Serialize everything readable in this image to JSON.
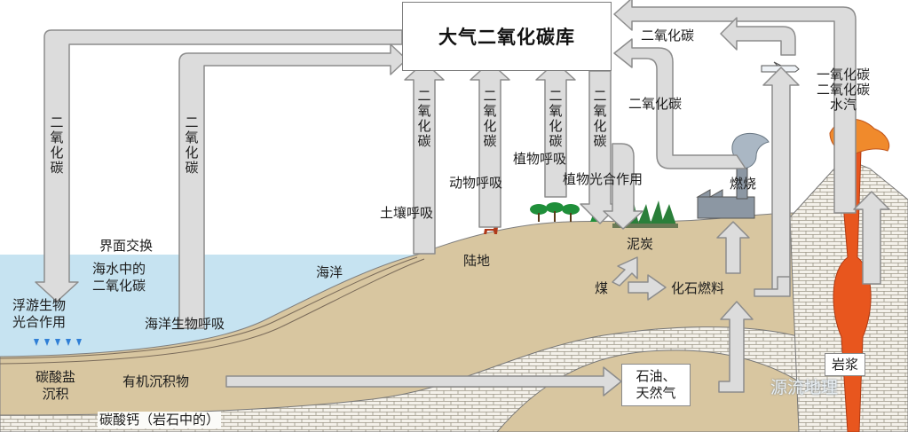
{
  "title": "大气二氧化碳库",
  "labels": {
    "co2_left_far": "二氧化碳",
    "co2_left": "二氧化碳",
    "co2_soil": "二氧化碳",
    "co2_animal": "二氧化碳",
    "co2_plant": "二氧化碳",
    "co2_photo": "二氧化碳",
    "co2_top_right": "二氧化碳",
    "co2_burn": "二氧化碳",
    "volcano_gases": "一氧化碳\n二氧化碳\n水汽",
    "interface": "界面交换",
    "seawater_co2": "海水中的\n二氧化碳",
    "ocean": "海洋",
    "plankton": "浮游生物\n光合作用",
    "marine_resp": "海洋生物呼吸",
    "soil_resp": "土壤呼吸",
    "animal_resp": "动物呼吸",
    "plant_resp": "植物呼吸",
    "photosynthesis": "植物光合作用",
    "land": "陆地",
    "peat": "泥炭",
    "coal": "煤",
    "fossil_fuel": "化石燃料",
    "burning": "燃烧",
    "carbonate_sed": "碳酸盐\n沉积",
    "organic_sed": "有机沉积物",
    "oil_gas": "石油、\n天然气",
    "calcium_carbonate": "碳酸钙（岩石中的）",
    "magma": "岩浆",
    "watermark": "源流地理"
  },
  "colors": {
    "sea": "#c6e3f1",
    "land": "#d8c6a0",
    "arrow_fill": "#dcdcdc",
    "arrow_stroke": "#8c8c8c",
    "lava": "#e8561e",
    "lava_top": "#f08a2c",
    "tree": "#1f8f3a",
    "smoke": "#aab7c4"
  }
}
